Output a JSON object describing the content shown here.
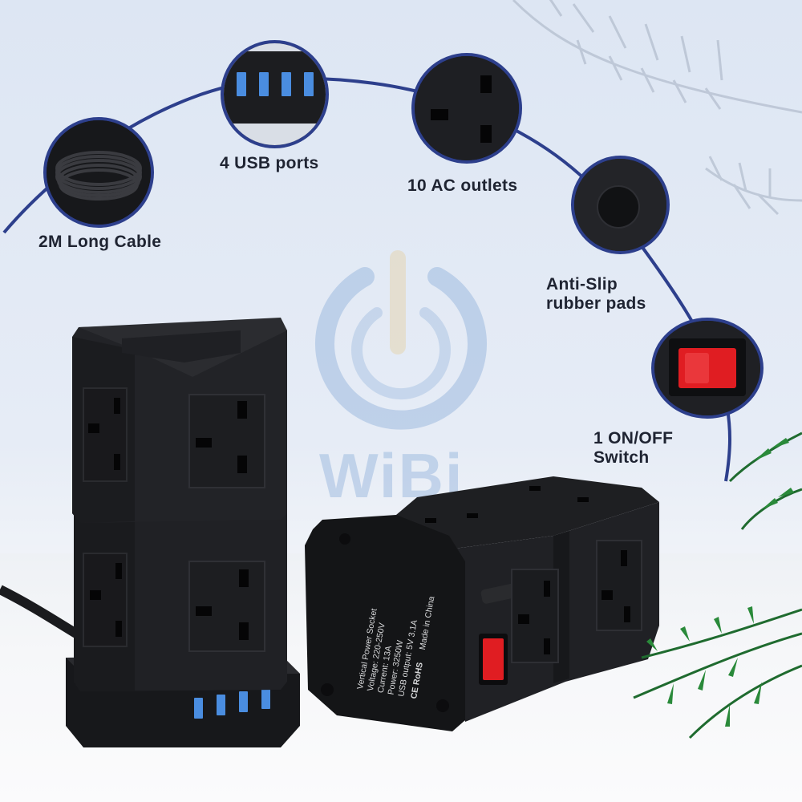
{
  "features": {
    "cable": "2M Long Cable",
    "usb": "4 USB ports",
    "ac": "10 AC outlets",
    "pads": "Anti-Slip\nrubber pads",
    "switch": "1 ON/OFF\nSwitch"
  },
  "watermark": {
    "brand": "WiBi"
  },
  "product_label": {
    "line1": "Vertical Power Socket",
    "line2": "Voltage: 220-250V",
    "line3": "Current: 13A",
    "line4": "Power: 3250W",
    "line5": "USB output: 5V 3.1A",
    "marks": "CE RoHS",
    "origin": "Made in China"
  },
  "colors": {
    "arc": "#2d3f8c",
    "usb_port": "#4a8de0",
    "switch_red": "#e01d22",
    "body": "#1c1d20"
  }
}
